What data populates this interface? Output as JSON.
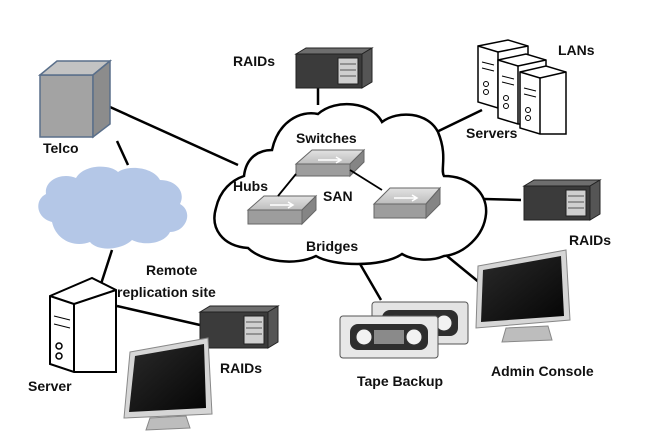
{
  "labels": {
    "raids_top": "RAIDs",
    "lans": "LANs",
    "servers": "Servers",
    "telco": "Telco",
    "switches": "Switches",
    "hubs": "Hubs",
    "san": "SAN",
    "bridges": "Bridges",
    "raids_right": "RAIDs",
    "remote_line1": "Remote",
    "remote_line2": "replication site",
    "server": "Server",
    "raids_bottom": "RAIDs",
    "tape_backup": "Tape Backup",
    "admin_console": "Admin Console"
  },
  "colors": {
    "line": "#000000",
    "remote_cloud": "#b4c7e7",
    "telco_box": "#a6a6a6",
    "raid_body": "#3b3b3b",
    "switch_body": "#bfbfbf",
    "screen": "#0d0d0d"
  }
}
